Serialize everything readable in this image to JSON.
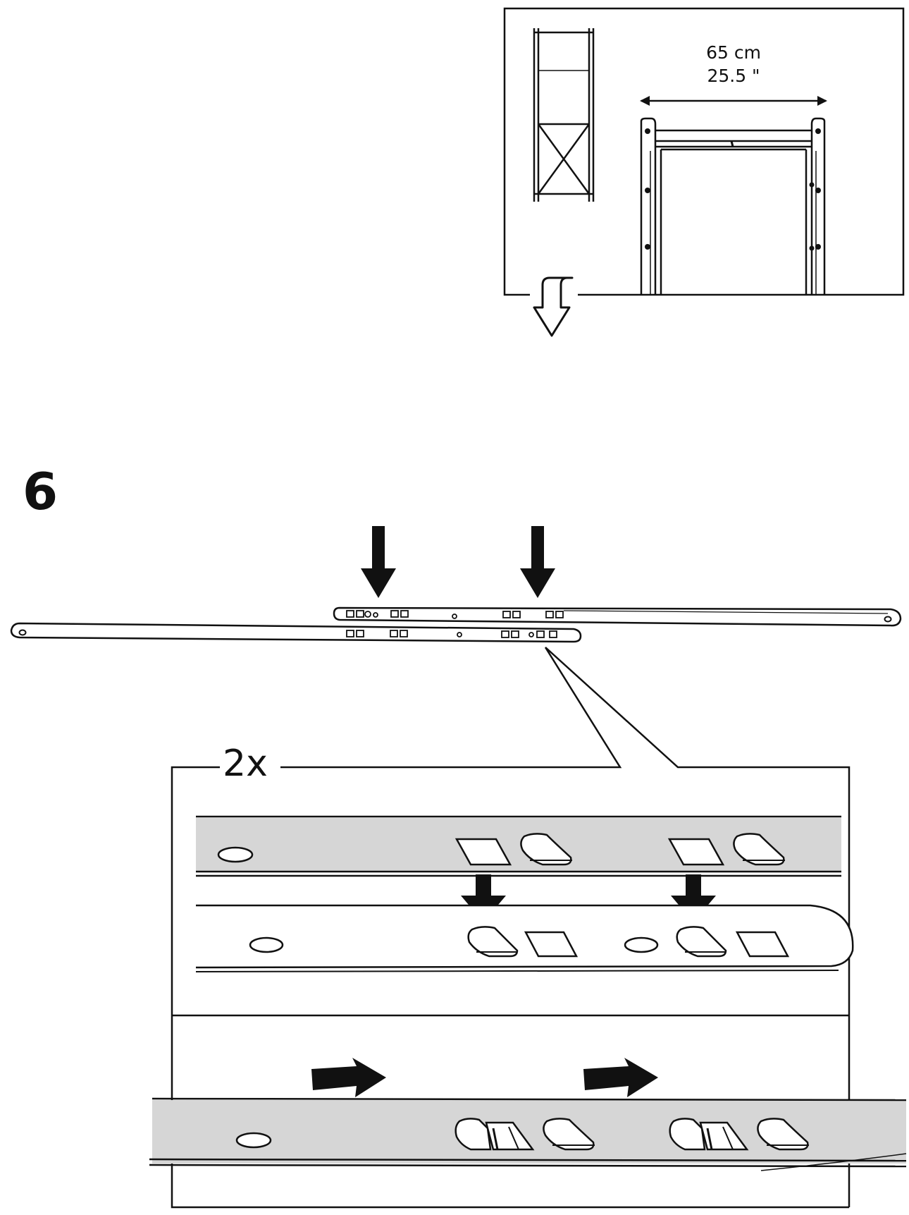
{
  "measurement": {
    "metric": "65 cm",
    "imperial": "25.5 \""
  },
  "step": {
    "number": "6"
  },
  "detail": {
    "quantity": "2x"
  },
  "colors": {
    "ink": "#111111",
    "strip_fill": "#d6d6d6",
    "background": "#ffffff"
  },
  "icons": [
    "hollow-down-arrow-icon",
    "down-arrow-icon",
    "right-arrow-icon",
    "double-arrow-icon"
  ]
}
